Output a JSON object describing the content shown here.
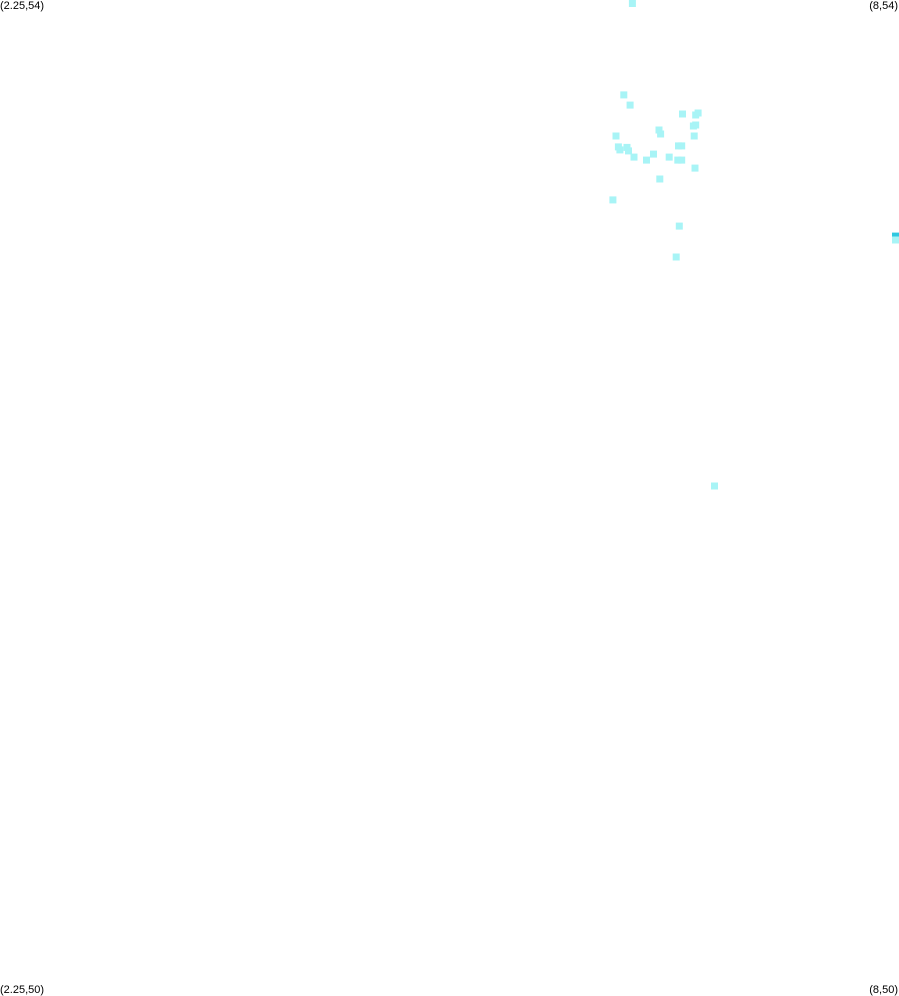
{
  "map": {
    "corners": {
      "top_left": "(2.25,54)",
      "top_right": "(8,54)",
      "bottom_left": "(2.25,50)",
      "bottom_right": "(8,50)"
    },
    "extent": {
      "x_min": 2.25,
      "x_max": 8,
      "y_min": 50,
      "y_max": 54
    },
    "colors": {
      "background": "#ffffff",
      "point": "#a8f4f6",
      "point_highlight": "#30c8e0"
    },
    "points": [
      {
        "x": 6.295,
        "y": 53.995
      },
      {
        "x": 6.24,
        "y": 53.619
      },
      {
        "x": 6.28,
        "y": 53.578
      },
      {
        "x": 6.615,
        "y": 53.542
      },
      {
        "x": 6.7,
        "y": 53.538
      },
      {
        "x": 6.715,
        "y": 53.546
      },
      {
        "x": 6.685,
        "y": 53.494
      },
      {
        "x": 6.7,
        "y": 53.498
      },
      {
        "x": 6.19,
        "y": 53.454
      },
      {
        "x": 6.205,
        "y": 53.41
      },
      {
        "x": 6.215,
        "y": 53.398
      },
      {
        "x": 6.26,
        "y": 53.408
      },
      {
        "x": 6.27,
        "y": 53.394
      },
      {
        "x": 6.305,
        "y": 53.369
      },
      {
        "x": 6.43,
        "y": 53.381
      },
      {
        "x": 6.385,
        "y": 53.357
      },
      {
        "x": 6.465,
        "y": 53.478
      },
      {
        "x": 6.475,
        "y": 53.462
      },
      {
        "x": 6.53,
        "y": 53.369
      },
      {
        "x": 6.585,
        "y": 53.357
      },
      {
        "x": 6.59,
        "y": 53.414
      },
      {
        "x": 6.61,
        "y": 53.414
      },
      {
        "x": 6.61,
        "y": 53.357
      },
      {
        "x": 6.69,
        "y": 53.454
      },
      {
        "x": 6.695,
        "y": 53.325
      },
      {
        "x": 6.47,
        "y": 53.281
      },
      {
        "x": 6.17,
        "y": 53.197
      },
      {
        "x": 6.595,
        "y": 53.092
      },
      {
        "x": 6.575,
        "y": 52.968
      },
      {
        "x": 6.82,
        "y": 52.048
      },
      {
        "x": 7.99,
        "y": 53.052,
        "highlight": true
      },
      {
        "x": 7.99,
        "y": 53.036
      }
    ]
  }
}
